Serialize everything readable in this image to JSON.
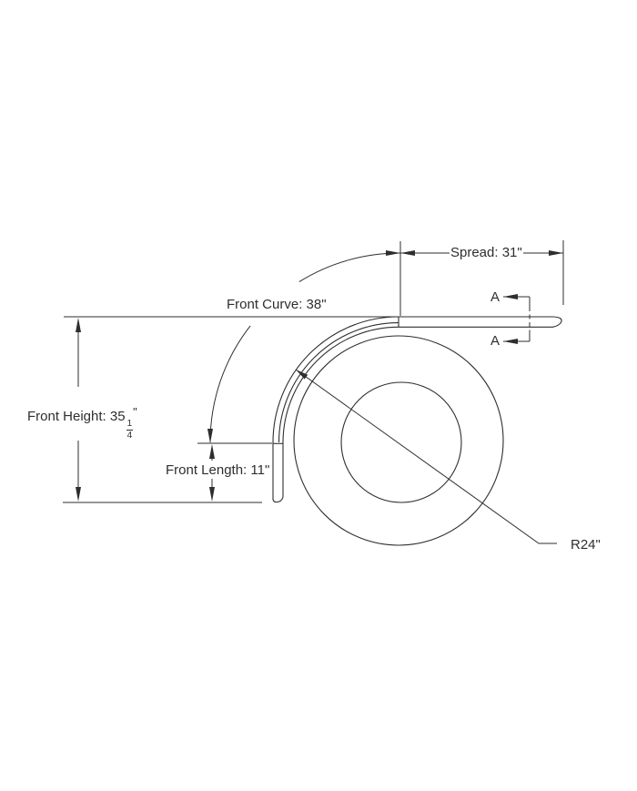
{
  "drawing": {
    "background_color": "#ffffff",
    "line_color": "#2e2e2e",
    "labels": {
      "spread": "Spread: 31\"",
      "front_curve": "Front Curve: 38\"",
      "front_height_prefix": "Front Height: 35",
      "front_height_fraction_numerator": "1",
      "front_height_fraction_denominator": "4",
      "front_height_unit": "\"",
      "front_length": "Front Length: 11\"",
      "radius": "R24\"",
      "section_marker_top": "A",
      "section_marker_bottom": "A"
    },
    "dimensions": {
      "spread_inches": 31,
      "front_curve_inches": 38,
      "front_height_inches": 35.25,
      "front_length_inches": 11,
      "radius_inches": 24
    }
  }
}
